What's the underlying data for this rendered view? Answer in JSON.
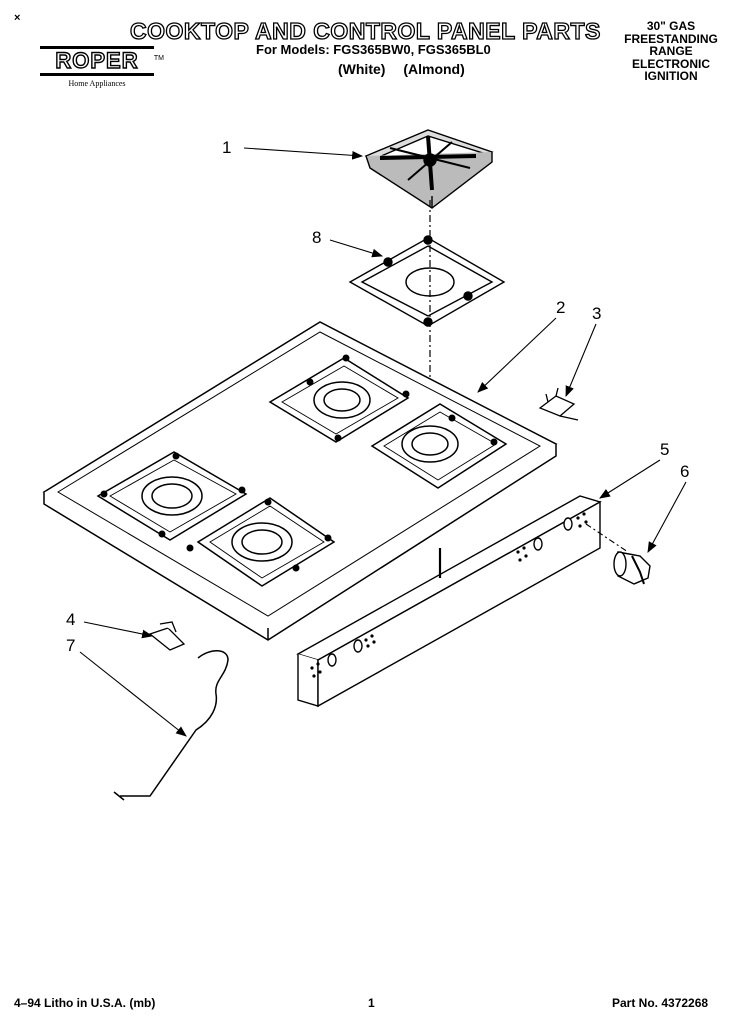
{
  "header": {
    "corner_mark": "×",
    "title": "COOKTOP AND CONTROL PANEL PARTS",
    "models_line": "For Models: FGS365BW0, FGS365BL0",
    "variants": [
      "(White)",
      "(Almond)"
    ],
    "side_lines": [
      "30\" GAS",
      "FREESTANDING",
      "RANGE",
      "ELECTRONIC",
      "IGNITION"
    ]
  },
  "logo": {
    "brand": "ROPER",
    "tm": "TM",
    "tagline": "Home Appliances"
  },
  "callouts": [
    "1",
    "2",
    "3",
    "4",
    "5",
    "6",
    "7",
    "8"
  ],
  "footer": {
    "left": "4–94 Litho in U.S.A. (mb)",
    "center": "1",
    "right": "Part No. 4372268"
  }
}
